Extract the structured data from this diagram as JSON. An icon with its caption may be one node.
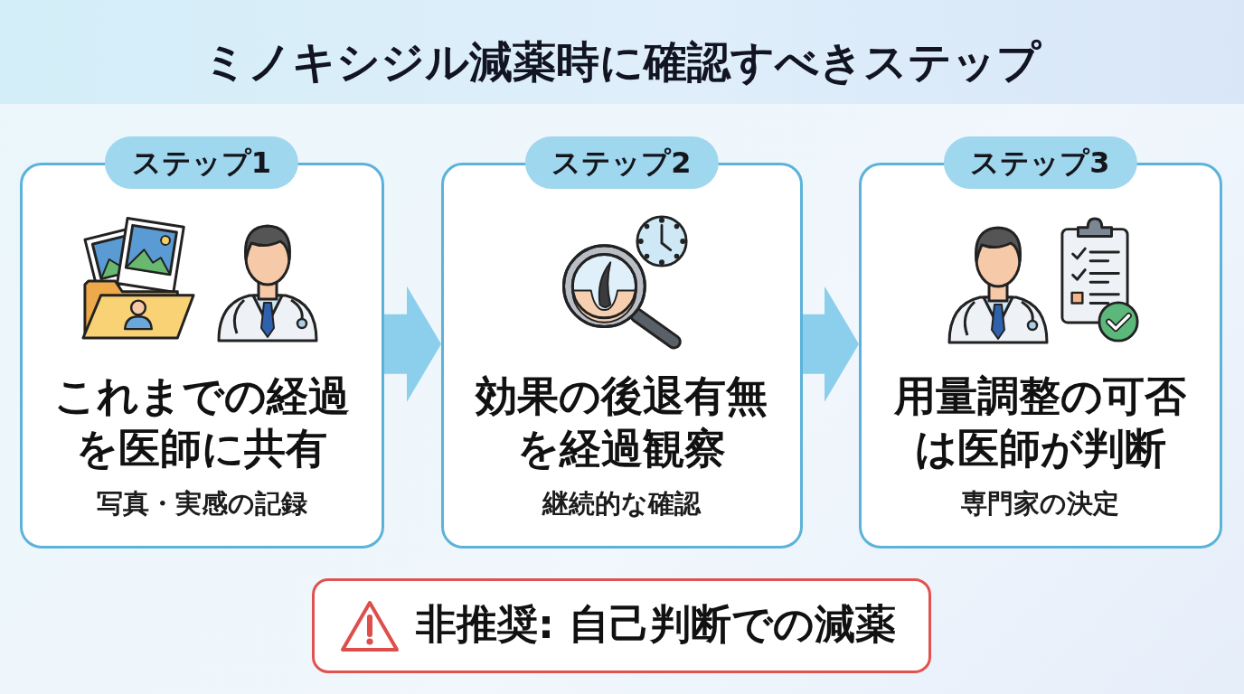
{
  "diagram": {
    "title": "ミノキシジル減薬時に確認すべきステップ",
    "nodes": [
      {
        "text": [
          "ステップ1",
          "これまでの経過を医師に共有",
          "写真・実感の記録"
        ]
      },
      {
        "text": [
          "ステップ2",
          "効果の後退有無を経過観察",
          "継続的な確認"
        ]
      },
      {
        "text": [
          "ステップ3",
          "用量調整の可否は医師が判断",
          "専門家の決定"
        ]
      },
      {
        "text": [
          "非推奨: 自己判断での減薬"
        ]
      }
    ],
    "edges": [
      {
        "from": 0,
        "to": 1,
        "arrow": "to"
      },
      {
        "from": 1,
        "to": 2,
        "arrow": "to"
      }
    ]
  }
}
